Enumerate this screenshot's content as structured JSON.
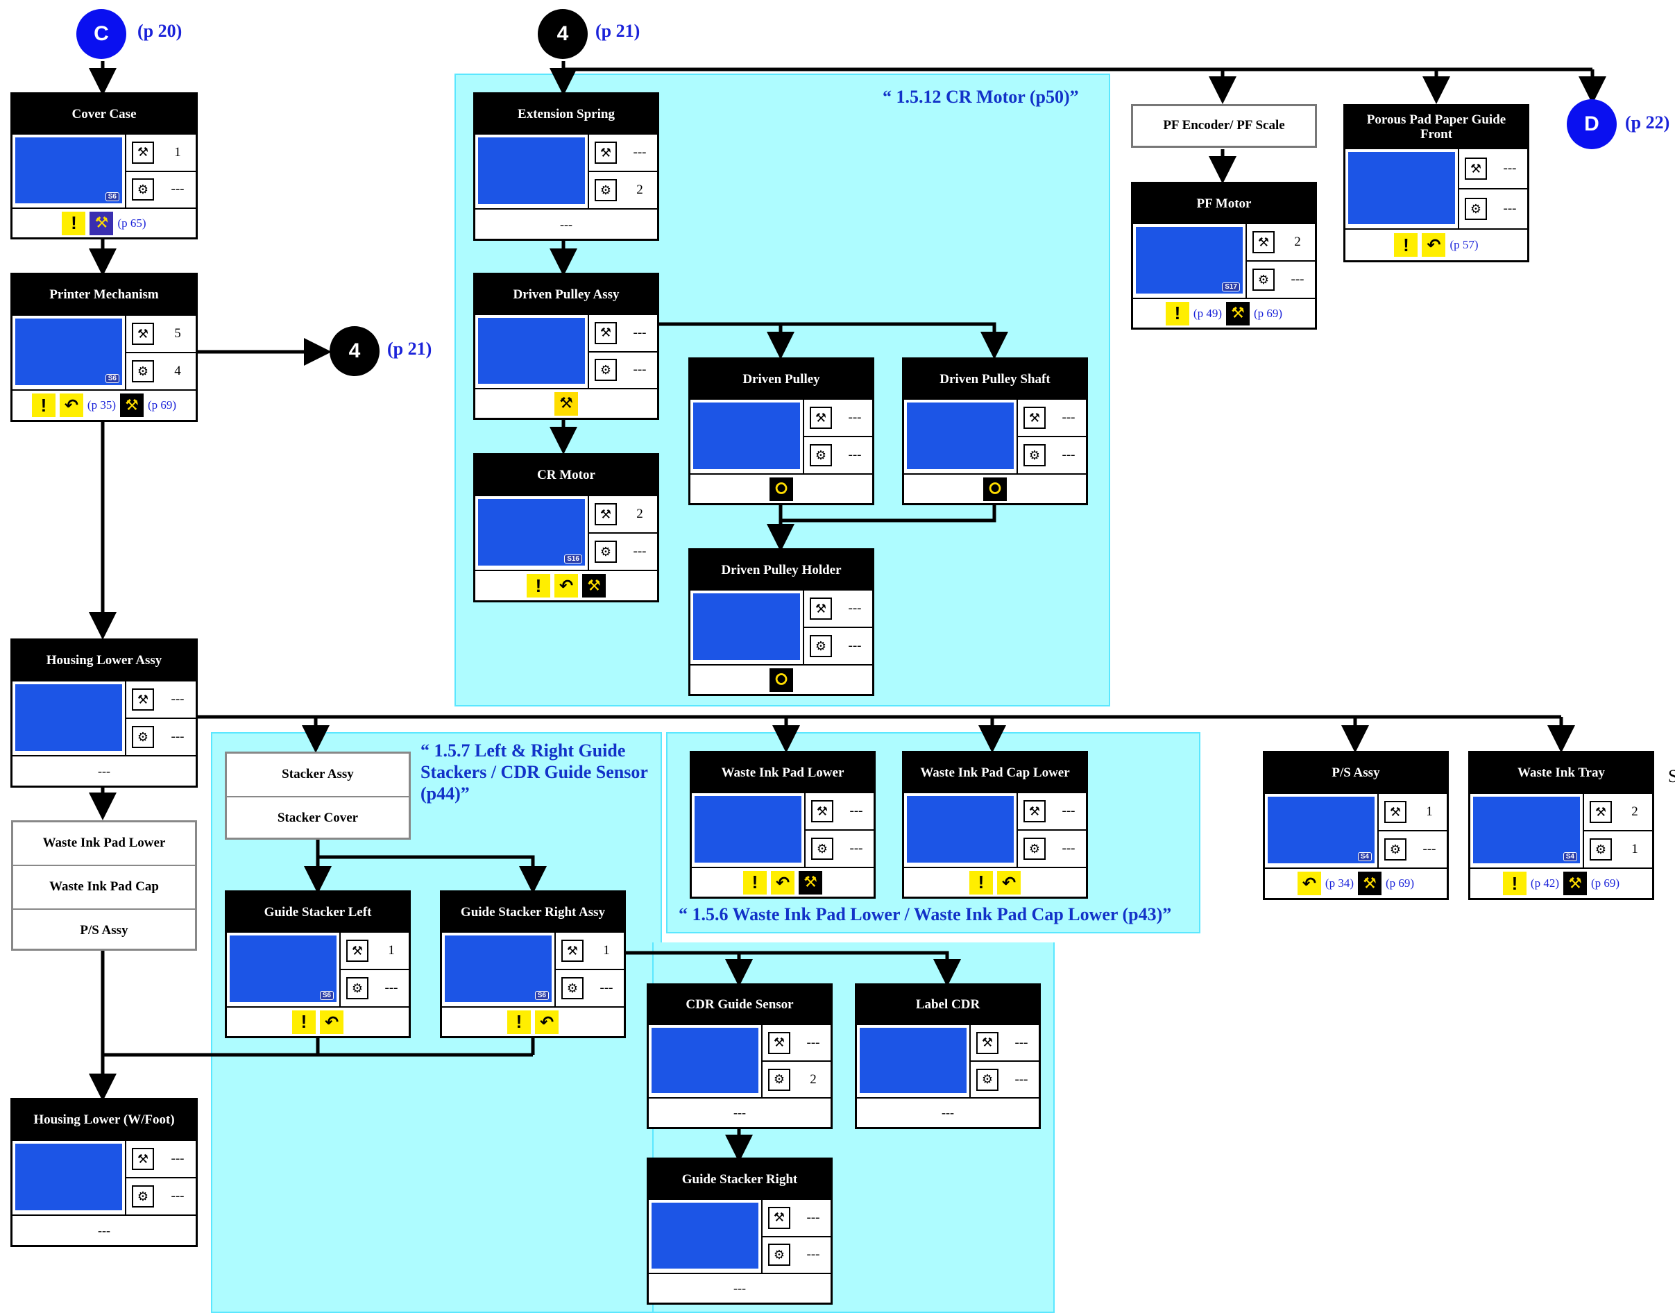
{
  "connectors": {
    "c": {
      "label": "C",
      "ref": "(p 20)"
    },
    "four_top": {
      "label": "4",
      "ref": "(p 21)"
    },
    "four_mid": {
      "label": "4",
      "ref": "(p 21)"
    },
    "d": {
      "label": "D",
      "ref": "(p 22)"
    }
  },
  "regions": {
    "cr_motor": {
      "title": "“ 1.5.12 CR Motor (p50)”"
    },
    "guide": {
      "title": "“ 1.5.7 Left & Right Guide Stackers / CDR Guide Sensor (p44)”"
    },
    "waste": {
      "title": "“ 1.5.6 Waste Ink Pad Lower / Waste Ink Pad Cap Lower (p43)”"
    }
  },
  "colors": {
    "region": "#aefcff",
    "region_border": "#5be7ff",
    "link": "#1a22d9",
    "warn": "#ffee00",
    "photo": "#1c55e6"
  },
  "boxes": {
    "cover_case": {
      "title": "Cover Case",
      "screws": "1",
      "tools": "---",
      "badge": "S6",
      "icons": [
        "warn",
        "adjb"
      ],
      "refs": [
        "(p 65)"
      ]
    },
    "printer_mech": {
      "title": "Printer Mechanism",
      "screws": "5",
      "tools": "4",
      "badge": "S6",
      "icons": [
        "warn",
        "re",
        "adj"
      ],
      "refs": [
        "(p 35)",
        "(p 69)"
      ]
    },
    "housing_lower_assy": {
      "title": "Housing Lower Assy",
      "screws": "---",
      "tools": "---",
      "foot": "---"
    },
    "housing_lower_foot": {
      "title": "Housing Lower (W/Foot)",
      "screws": "---",
      "tools": "---",
      "foot": "---"
    },
    "extension_spring": {
      "title": "Extension Spring",
      "screws": "---",
      "tools": "2",
      "foot": "---"
    },
    "driven_pulley_assy": {
      "title": "Driven Pulley Assy",
      "screws": "---",
      "tools": "---",
      "icons": [
        "tool"
      ]
    },
    "cr_motor": {
      "title": "CR Motor",
      "screws": "2",
      "tools": "---",
      "badge": "S16",
      "icons": [
        "warn",
        "re",
        "adj"
      ]
    },
    "driven_pulley": {
      "title": "Driven Pulley",
      "screws": "---",
      "tools": "---",
      "icons": [
        "lub"
      ]
    },
    "driven_pulley_shaft": {
      "title": "Driven Pulley Shaft",
      "screws": "---",
      "tools": "---",
      "icons": [
        "lub"
      ]
    },
    "driven_pulley_holder": {
      "title": "Driven Pulley Holder",
      "screws": "---",
      "tools": "---",
      "icons": [
        "lub"
      ]
    },
    "pf_encoder": {
      "title": "PF Encoder/ PF Scale"
    },
    "pf_motor": {
      "title": "PF Motor",
      "screws": "2",
      "tools": "---",
      "badge": "S17",
      "icons": [
        "warn",
        "adj"
      ],
      "refs": [
        "(p 49)",
        "(p 69)"
      ]
    },
    "porous_pad": {
      "title": "Porous Pad Paper Guide Front",
      "screws": "---",
      "tools": "---",
      "icons": [
        "warn",
        "re"
      ],
      "refs": [
        "(p 57)"
      ]
    },
    "guide_stacker_left": {
      "title": "Guide Stacker Left",
      "screws": "1",
      "tools": "---",
      "badge": "S6",
      "icons": [
        "warn",
        "re"
      ]
    },
    "guide_stacker_right_assy": {
      "title": "Guide Stacker Right Assy",
      "screws": "1",
      "tools": "---",
      "badge": "S6",
      "icons": [
        "warn",
        "re"
      ]
    },
    "cdr_guide_sensor": {
      "title": "CDR Guide Sensor",
      "screws": "---",
      "tools": "2",
      "foot": "---"
    },
    "label_cdr": {
      "title": "Label CDR",
      "screws": "---",
      "tools": "---",
      "foot": "---"
    },
    "guide_stacker_right": {
      "title": "Guide Stacker Right",
      "screws": "---",
      "tools": "---",
      "foot": "---"
    },
    "waste_ink_pad_lower": {
      "title": "Waste Ink Pad Lower",
      "screws": "---",
      "tools": "---",
      "icons": [
        "warn",
        "re",
        "adj"
      ]
    },
    "waste_ink_pad_cap_lower": {
      "title": "Waste Ink Pad Cap Lower",
      "screws": "---",
      "tools": "---",
      "icons": [
        "warn",
        "re"
      ]
    },
    "ps_assy": {
      "title": "P/S Assy",
      "screws": "1",
      "tools": "---",
      "badge": "S4",
      "icons": [
        "re",
        "adj"
      ],
      "refs": [
        "(p 34)",
        "(p 69)"
      ]
    },
    "waste_ink_tray": {
      "title": "Waste Ink Tray",
      "screws": "2",
      "tools": "1",
      "badge": "S4",
      "icons": [
        "warn",
        "adj"
      ],
      "refs": [
        "(p 42)",
        "(p 69)"
      ]
    }
  },
  "stacks": {
    "left_stack": [
      "Waste Ink Pad Lower",
      "Waste Ink Pad Cap",
      "P/S Assy"
    ],
    "stacker": [
      "Stacker Assy",
      "Stacker Cover"
    ]
  },
  "edge_text": "S"
}
